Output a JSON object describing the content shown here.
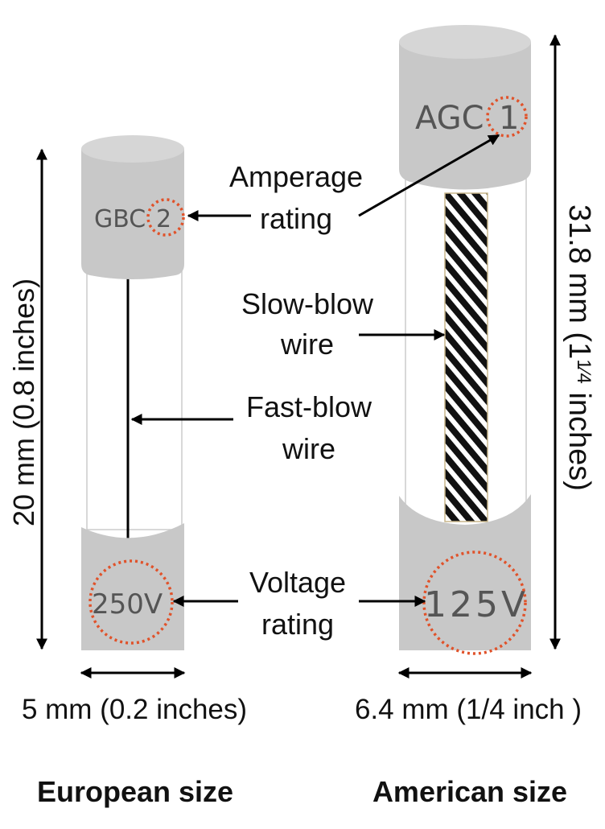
{
  "european": {
    "top_code": "GBC",
    "amp_value": "2",
    "voltage": "250V",
    "height_label": "20 mm (0.8 inches)",
    "width_label": "5 mm (0.2 inches)",
    "caption": "European size"
  },
  "american": {
    "top_code": "AGC",
    "amp_value": "1",
    "voltage": "125V",
    "height_main": "31.8 mm (1",
    "height_frac": "1⁄4",
    "height_tail": " inches)",
    "width_label": "6.4 mm (1/4 inch )",
    "caption": "American size"
  },
  "callouts": {
    "amperage_line1": "Amperage",
    "amperage_line2": "rating",
    "slowblow_line1": "Slow-blow",
    "slowblow_line2": "wire",
    "fastblow_line1": "Fast-blow",
    "fastblow_line2": "wire",
    "voltage_line1": "Voltage",
    "voltage_line2": "rating"
  },
  "colors": {
    "cap": "#c8c8c8",
    "cap_top": "#d6d6d6",
    "marker_circle": "#e0522a",
    "arrow": "#000000"
  }
}
